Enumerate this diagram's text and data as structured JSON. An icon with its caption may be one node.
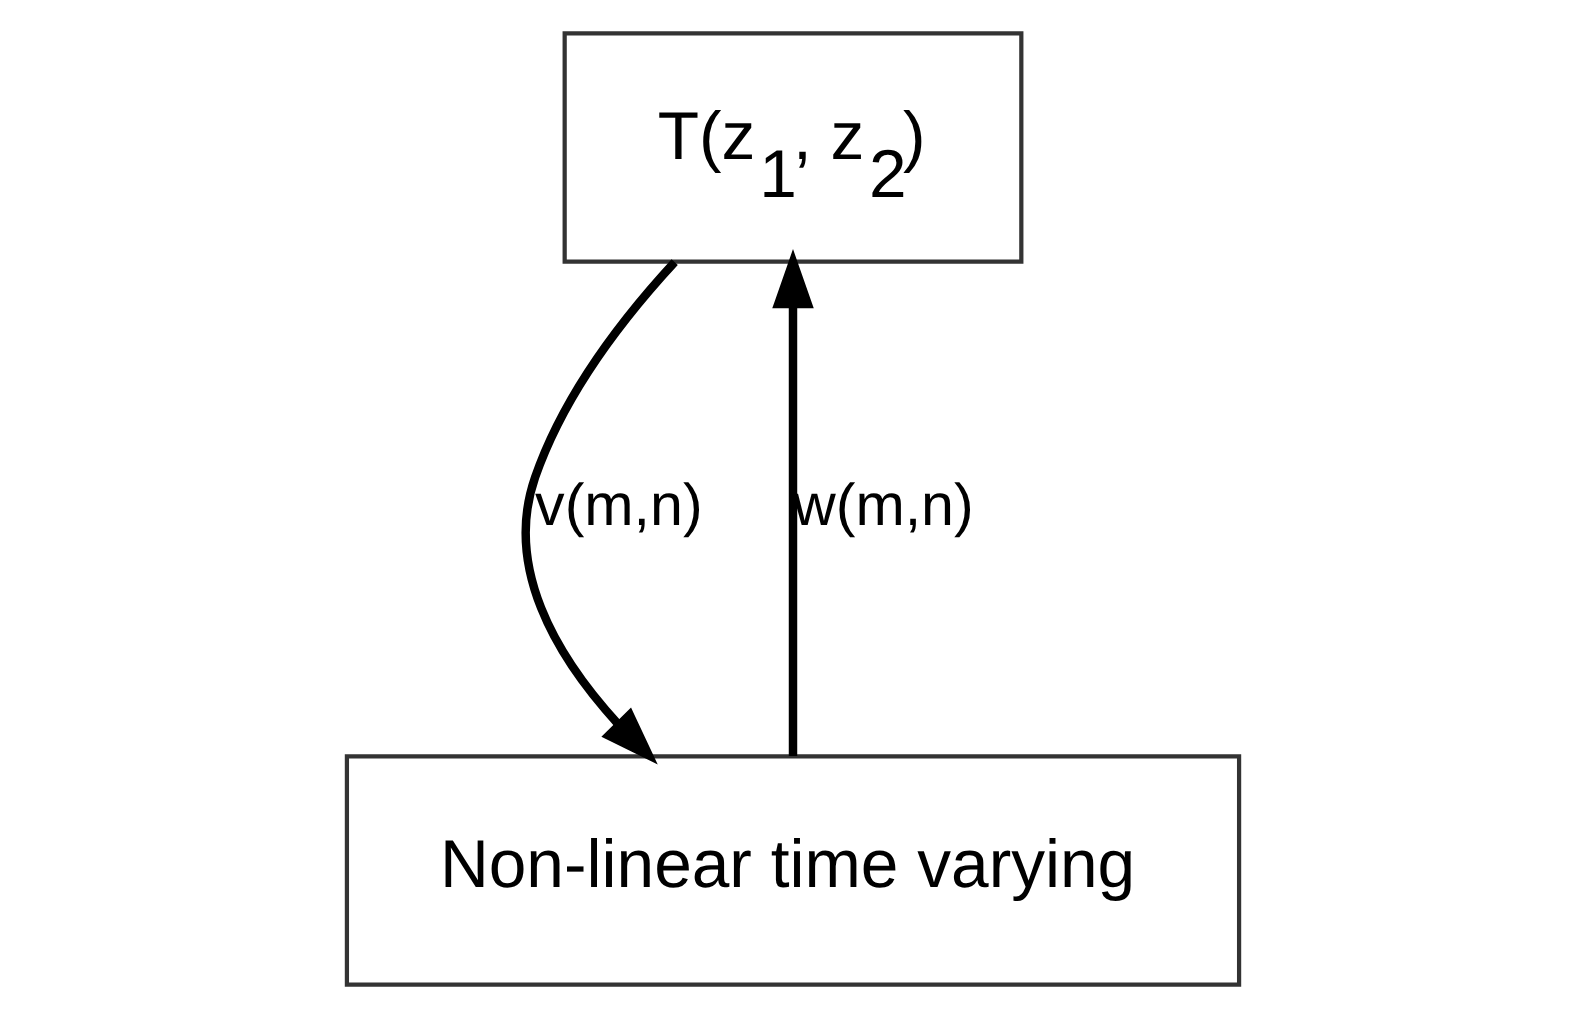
{
  "diagram": {
    "nodes": [
      {
        "text": [
          "T(z$_{1}$, z$_{2}$)"
        ]
      },
      {
        "text": [
          "Non-linear time varying"
        ]
      }
    ],
    "edges": [
      {
        "from": 1,
        "to": 0,
        "arrow": "to",
        "label": "w(m,n)"
      },
      {
        "from": 0,
        "to": 1,
        "arrow": "to",
        "label": "v(m,n)"
      }
    ]
  }
}
